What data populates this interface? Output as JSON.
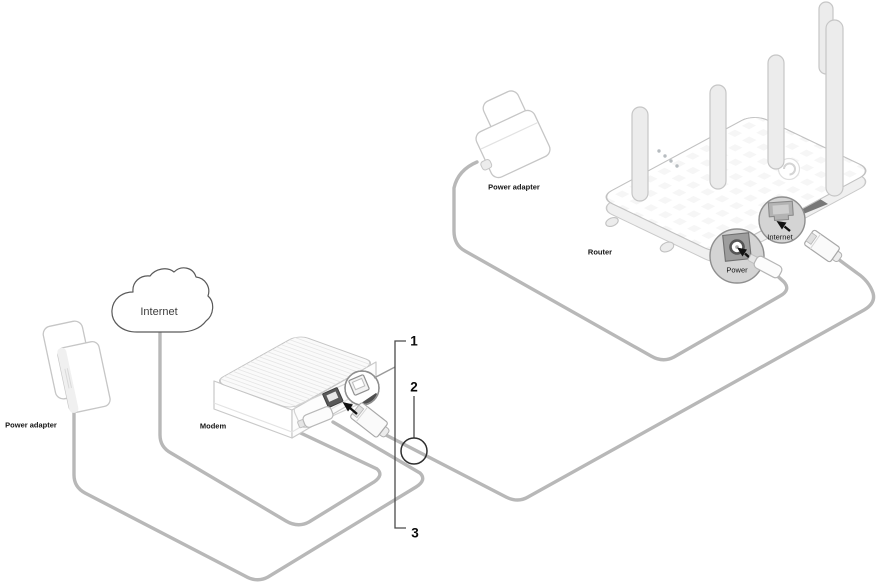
{
  "devices": {
    "internet_cloud": {
      "label": "Internet"
    },
    "power_adapter_left": {
      "label": "Power adapter"
    },
    "power_adapter_top": {
      "label": "Power adapter"
    },
    "modem": {
      "label": "Modem"
    },
    "router": {
      "label": "Router",
      "power_port_label": "Power",
      "internet_port_label": "Internet"
    }
  },
  "steps": [
    {
      "number": "1"
    },
    {
      "number": "2"
    },
    {
      "number": "3"
    }
  ],
  "colors": {
    "cable": "#b8b8b8",
    "device-outline": "#c6c6c6",
    "callout-fill": "#d4d4d4",
    "callout-stroke": "#8f8f8f",
    "annotation": "#4a4a4a",
    "text": "#141414"
  }
}
